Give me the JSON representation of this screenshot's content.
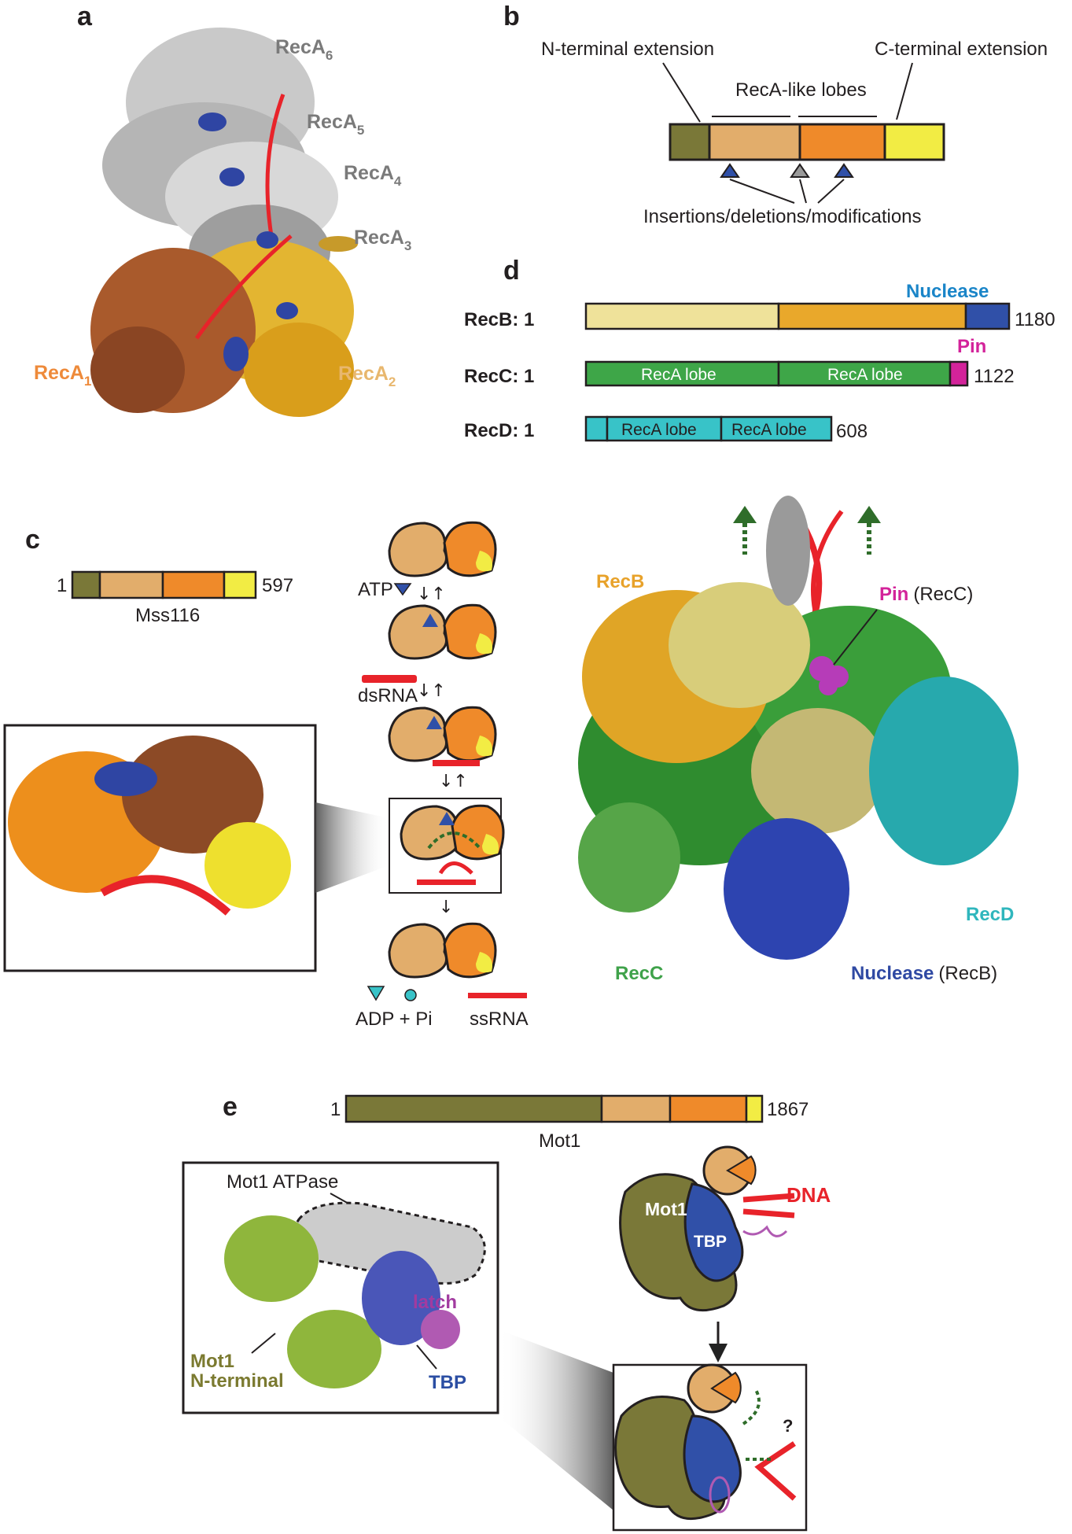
{
  "panels": {
    "a": {
      "letter": "a",
      "recA6": "RecA",
      "recA6_sub": "6",
      "recA5": "RecA",
      "recA5_sub": "5",
      "recA4": "RecA",
      "recA4_sub": "4",
      "recA3": "RecA",
      "recA3_sub": "3",
      "recA2": "RecA",
      "recA2_sub": "2",
      "recA1": "RecA",
      "recA1_sub": "1"
    },
    "b": {
      "letter": "b",
      "n_term": "N-terminal extension",
      "c_term": "C-terminal extension",
      "lobes": "RecA-like lobes",
      "indels": "Insertions/deletions/modifications"
    },
    "d": {
      "letter": "d",
      "recB_label": "RecB: 1",
      "recB_end": "1180",
      "nuclease": "Nuclease",
      "recC_label": "RecC: 1",
      "recC_end": "1122",
      "pin": "Pin",
      "recC_lobe1": "RecA lobe",
      "recC_lobe2": "RecA lobe",
      "recD_label": "RecD: 1",
      "recD_end": "608",
      "recD_lobe1": "RecA lobe",
      "recD_lobe2": "RecA lobe"
    },
    "c": {
      "letter": "c",
      "start": "1",
      "end": "597",
      "name": "Mss116",
      "atp": "ATP",
      "dsrna": "dsRNA",
      "adp": "ADP + Pi",
      "ssrna": "ssRNA"
    },
    "recbcd": {
      "recB": "RecB",
      "pin": "Pin",
      "pin_paren": "(RecC)",
      "recC": "RecC",
      "recD": "RecD",
      "nuclease": "Nuclease",
      "nuclease_paren": "(RecB)"
    },
    "e": {
      "letter": "e",
      "start": "1",
      "end": "1867",
      "name": "Mot1",
      "atpase": "Mot1 ATPase",
      "latch": "latch",
      "mot1_nterm_1": "Mot1",
      "mot1_nterm_2": "N-terminal",
      "tbp": "TBP",
      "cartoon_mot1": "Mot1",
      "cartoon_tbp": "TBP",
      "cartoon_dna": "DNA",
      "question": "?"
    }
  },
  "colors": {
    "olive": "#7a7838",
    "tan": "#e2ad6b",
    "orange": "#ef8a2a",
    "yellow": "#f2ec44",
    "cream": "#efe29a",
    "gold": "#e9a82b",
    "blue": "#3050a8",
    "green": "#3ea648",
    "magenta": "#d3239a",
    "cyan": "#38c3c8",
    "red": "#e8232a",
    "dkgreen": "#2f6d2a",
    "recb_text": "#e8a22a",
    "recc_text": "#3fa24a",
    "recd_text": "#2fb6bd",
    "nuclease_text": "#2f49a3",
    "nuclease_label": "#1a85c8",
    "recA1_text": "#ee8a3a",
    "recA2_text": "#e8b76e",
    "mot1_nterm_text": "#7b7a30",
    "tbp_text": "#2b4ea3",
    "latch_text": "#a23ba0"
  }
}
